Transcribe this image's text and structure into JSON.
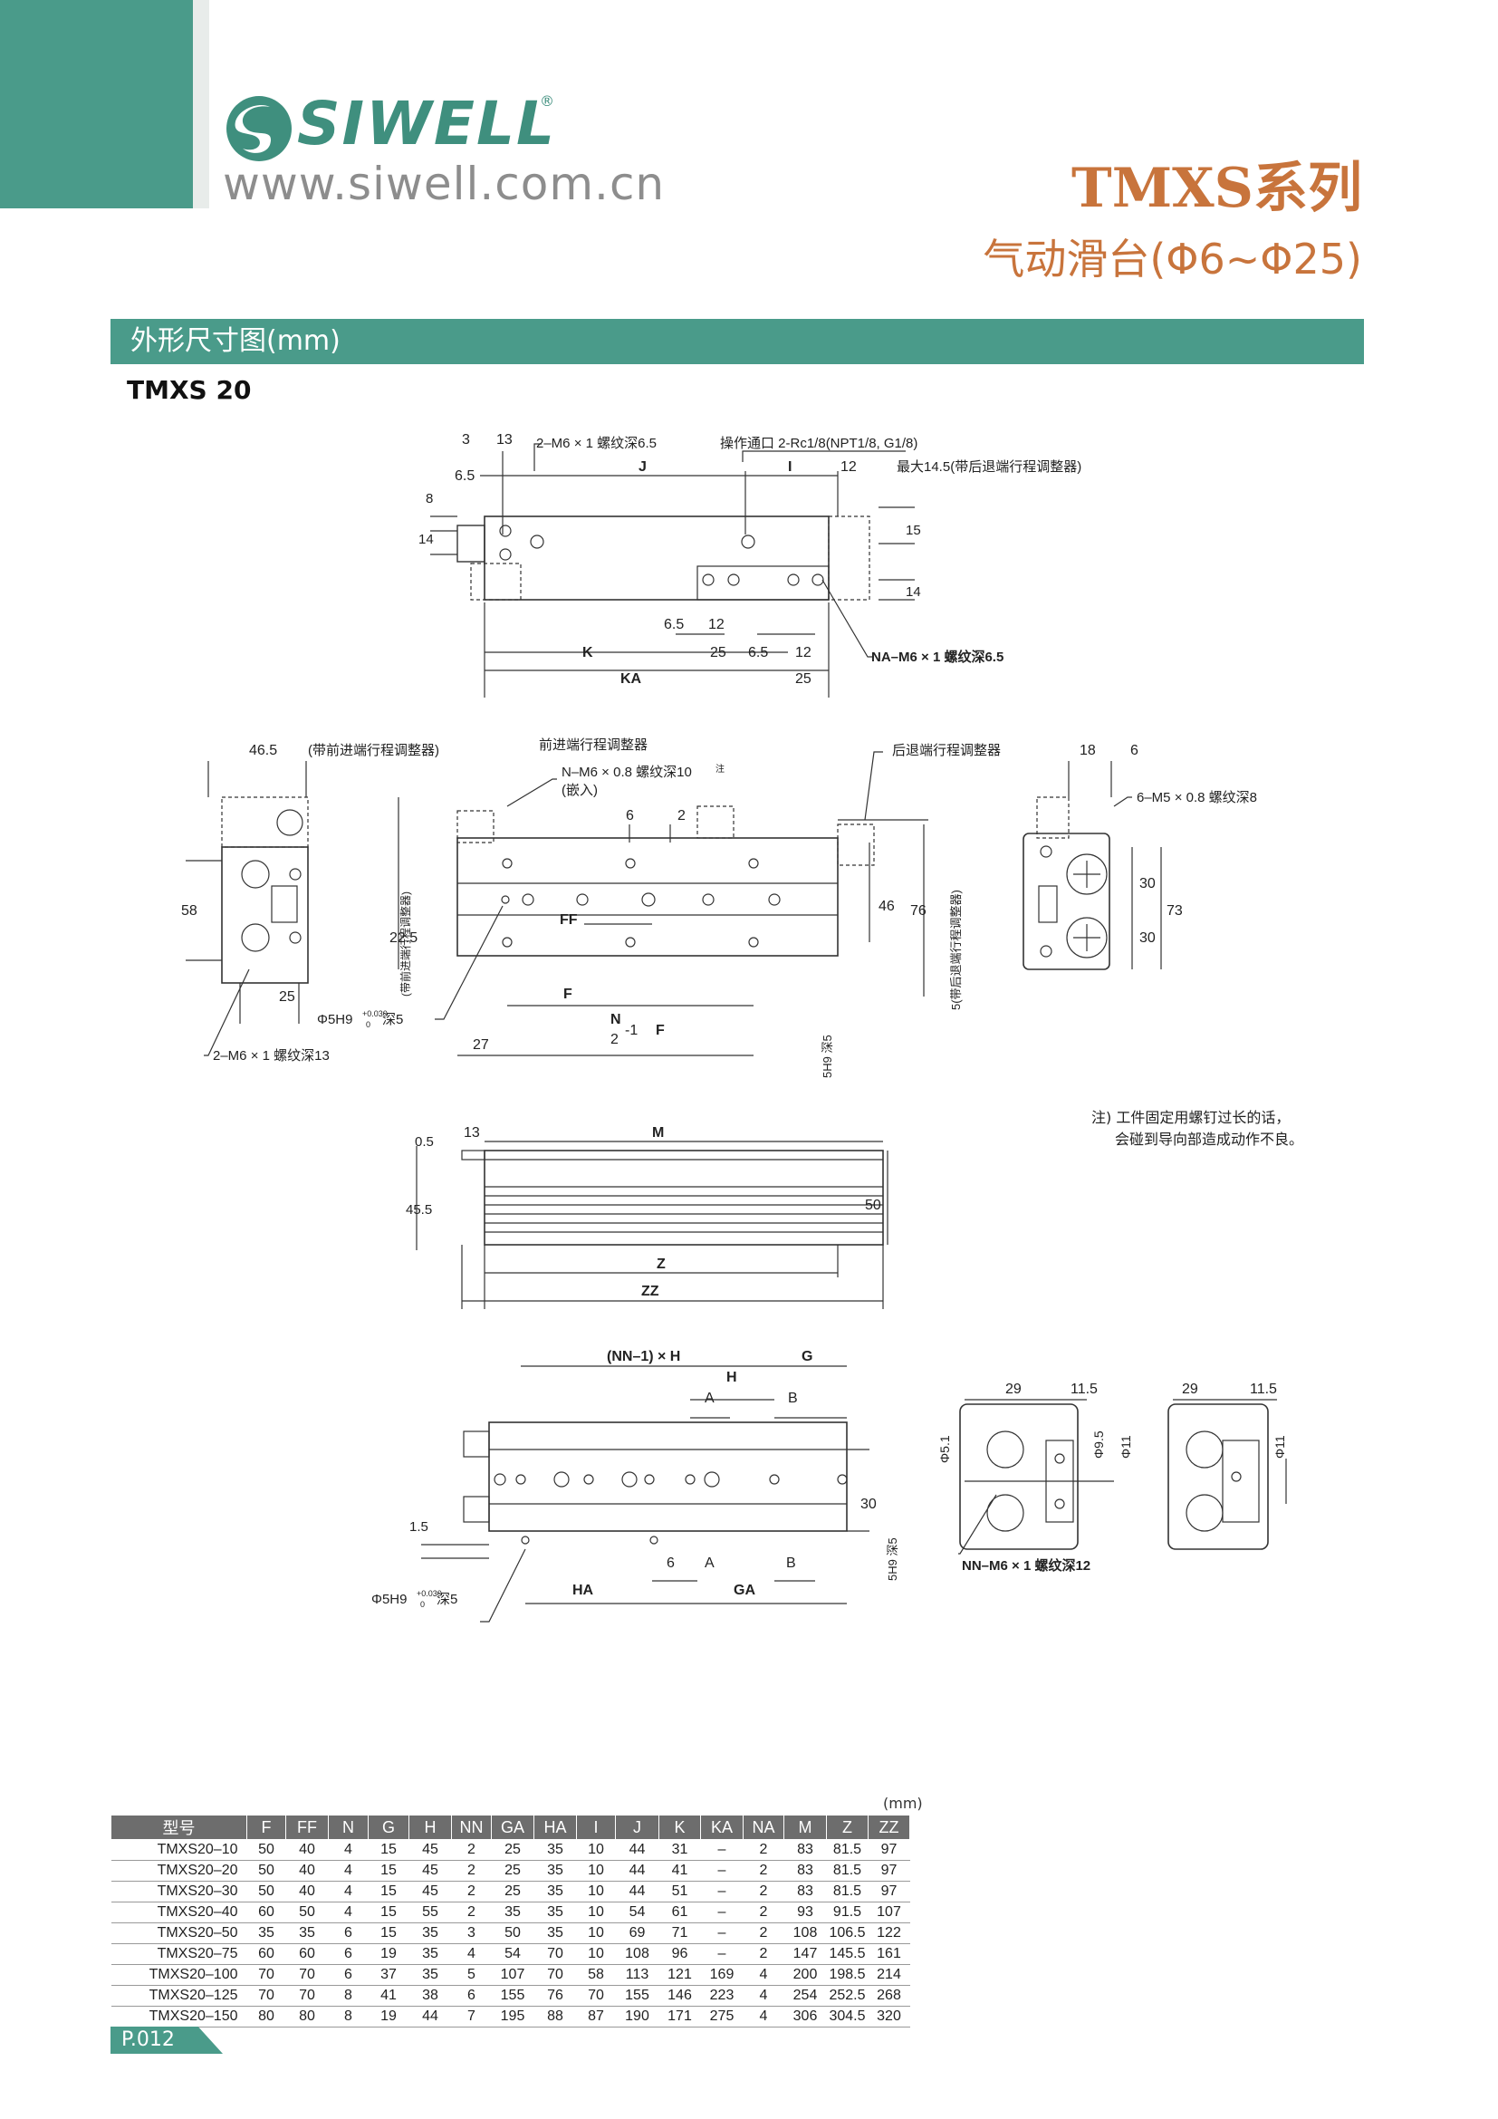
{
  "brand": {
    "name": "SIWELL",
    "registered": "®",
    "url": "www.siwell.com.cn"
  },
  "series": {
    "title": "TMXS系列",
    "subtitle": "气动滑台(Φ6~Φ25)"
  },
  "section": {
    "title": "外形尺寸图(mm)"
  },
  "model_label": "TMXS 20",
  "drawing": {
    "top": {
      "d3": "3",
      "d13": "13",
      "d6_5": "6.5",
      "d8": "8",
      "d14": "14",
      "note_m6": "2–M6 × 1 螺纹深6.5",
      "J": "J",
      "I": "I",
      "d12": "12",
      "port": "操作通口 2-Rc1/8(NPT1/8, G1/8)",
      "max": "最大14.5(带后退端行程调整器)",
      "d15": "15",
      "d14b": "14",
      "d6_5b": "6.5",
      "d12b": "12",
      "K": "K",
      "d25": "25",
      "d6_5c": "6.5",
      "d12c": "12",
      "NA": "NA–M6 × 1 螺纹深6.5",
      "KA": "KA",
      "d25b": "25"
    },
    "mid": {
      "d46_5": "46.5",
      "front_adj_note": "(带前进端行程调整器)",
      "front_adj": "前进端行程调整器",
      "N_thread": "N–M6 × 0.8 螺纹深10",
      "note_mark": "注",
      "insert": "(嵌入)",
      "d6": "6",
      "d2": "2",
      "rear_adj": "后退端行程调整器",
      "d18": "18",
      "d6b": "6",
      "m5": "6–M5 × 0.8 螺纹深8",
      "d58": "58",
      "d22_5": "22.5",
      "front_v": "(带前进端行程调整器)",
      "FF": "FF",
      "d46": "46",
      "d76": "76",
      "rear_v": "5(带后退端行程调整器)",
      "d30a": "30",
      "d30b": "30",
      "d73": "73",
      "d25": "25",
      "phi5": "Φ5H9",
      "tol": "+0.030",
      "tol0": "0",
      "deep5": "深5",
      "F": "F",
      "NF_n": "N",
      "NF_d": "2",
      "NF_m": "-1",
      "NF_F": "F",
      "d27": "27",
      "m6_13": "2–M6 × 1 螺纹深13",
      "h9v": "5H9  深5"
    },
    "side": {
      "d0_5": "0.5",
      "d13": "13",
      "M": "M",
      "d45_5": "45.5",
      "d50": "50",
      "Z": "Z",
      "ZZ": "ZZ"
    },
    "bottom": {
      "NNH": "(NN–1) × H",
      "G": "G",
      "H": "H",
      "A": "A",
      "B": "B",
      "d30": "30",
      "d1_5": "1.5",
      "phi5": "Φ5H9",
      "tol": "+0.030",
      "tol0": "0",
      "deep5": "深5",
      "d6": "6",
      "A2": "A",
      "B2": "B",
      "HA": "HA",
      "GA": "GA",
      "h9v": "5H9  深5",
      "d29": "29",
      "d11_5": "11.5",
      "phi5_1": "Φ5.1",
      "phi9_5": "Φ9.5",
      "phi11": "Φ11",
      "NN": "NN–M6 × 1 螺纹深12",
      "d29b": "29",
      "d11_5b": "11.5",
      "phi11b": "Φ11"
    }
  },
  "note": {
    "line1": "注) 工件固定用螺钉过长的话，",
    "line2": "会碰到导向部造成动作不良。"
  },
  "table": {
    "unit": "(mm)",
    "headers": [
      "型号",
      "F",
      "FF",
      "N",
      "G",
      "H",
      "NN",
      "GA",
      "HA",
      "I",
      "J",
      "K",
      "KA",
      "NA",
      "M",
      "Z",
      "ZZ"
    ],
    "rows": [
      [
        "TMXS20–10",
        "50",
        "40",
        "4",
        "15",
        "45",
        "2",
        "25",
        "35",
        "10",
        "44",
        "31",
        "–",
        "2",
        "83",
        "81.5",
        "97"
      ],
      [
        "TMXS20–20",
        "50",
        "40",
        "4",
        "15",
        "45",
        "2",
        "25",
        "35",
        "10",
        "44",
        "41",
        "–",
        "2",
        "83",
        "81.5",
        "97"
      ],
      [
        "TMXS20–30",
        "50",
        "40",
        "4",
        "15",
        "45",
        "2",
        "25",
        "35",
        "10",
        "44",
        "51",
        "–",
        "2",
        "83",
        "81.5",
        "97"
      ],
      [
        "TMXS20–40",
        "60",
        "50",
        "4",
        "15",
        "55",
        "2",
        "35",
        "35",
        "10",
        "54",
        "61",
        "–",
        "2",
        "93",
        "91.5",
        "107"
      ],
      [
        "TMXS20–50",
        "35",
        "35",
        "6",
        "15",
        "35",
        "3",
        "50",
        "35",
        "10",
        "69",
        "71",
        "–",
        "2",
        "108",
        "106.5",
        "122"
      ],
      [
        "TMXS20–75",
        "60",
        "60",
        "6",
        "19",
        "35",
        "4",
        "54",
        "70",
        "10",
        "108",
        "96",
        "–",
        "2",
        "147",
        "145.5",
        "161"
      ],
      [
        "TMXS20–100",
        "70",
        "70",
        "6",
        "37",
        "35",
        "5",
        "107",
        "70",
        "58",
        "113",
        "121",
        "169",
        "4",
        "200",
        "198.5",
        "214"
      ],
      [
        "TMXS20–125",
        "70",
        "70",
        "8",
        "41",
        "38",
        "6",
        "155",
        "76",
        "70",
        "155",
        "146",
        "223",
        "4",
        "254",
        "252.5",
        "268"
      ],
      [
        "TMXS20–150",
        "80",
        "80",
        "8",
        "19",
        "44",
        "7",
        "195",
        "88",
        "87",
        "190",
        "171",
        "275",
        "4",
        "306",
        "304.5",
        "320"
      ]
    ]
  },
  "page": "P.012",
  "colors": {
    "teal": "#4a9b8a",
    "orange": "#c8743c",
    "grey": "#8d8d8d"
  }
}
